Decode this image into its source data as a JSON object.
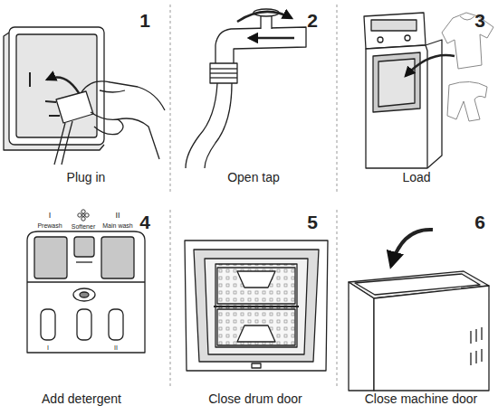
{
  "diagram": {
    "labels": [
      "1",
      "Plug in",
      "2",
      "Open tap",
      "3",
      "Load",
      "I",
      "Prewash",
      "Softener",
      "II",
      "Main wash",
      "I",
      "II",
      "4",
      "Add detergent",
      "5",
      "Close drum door",
      "6",
      "Close machine door"
    ]
  }
}
